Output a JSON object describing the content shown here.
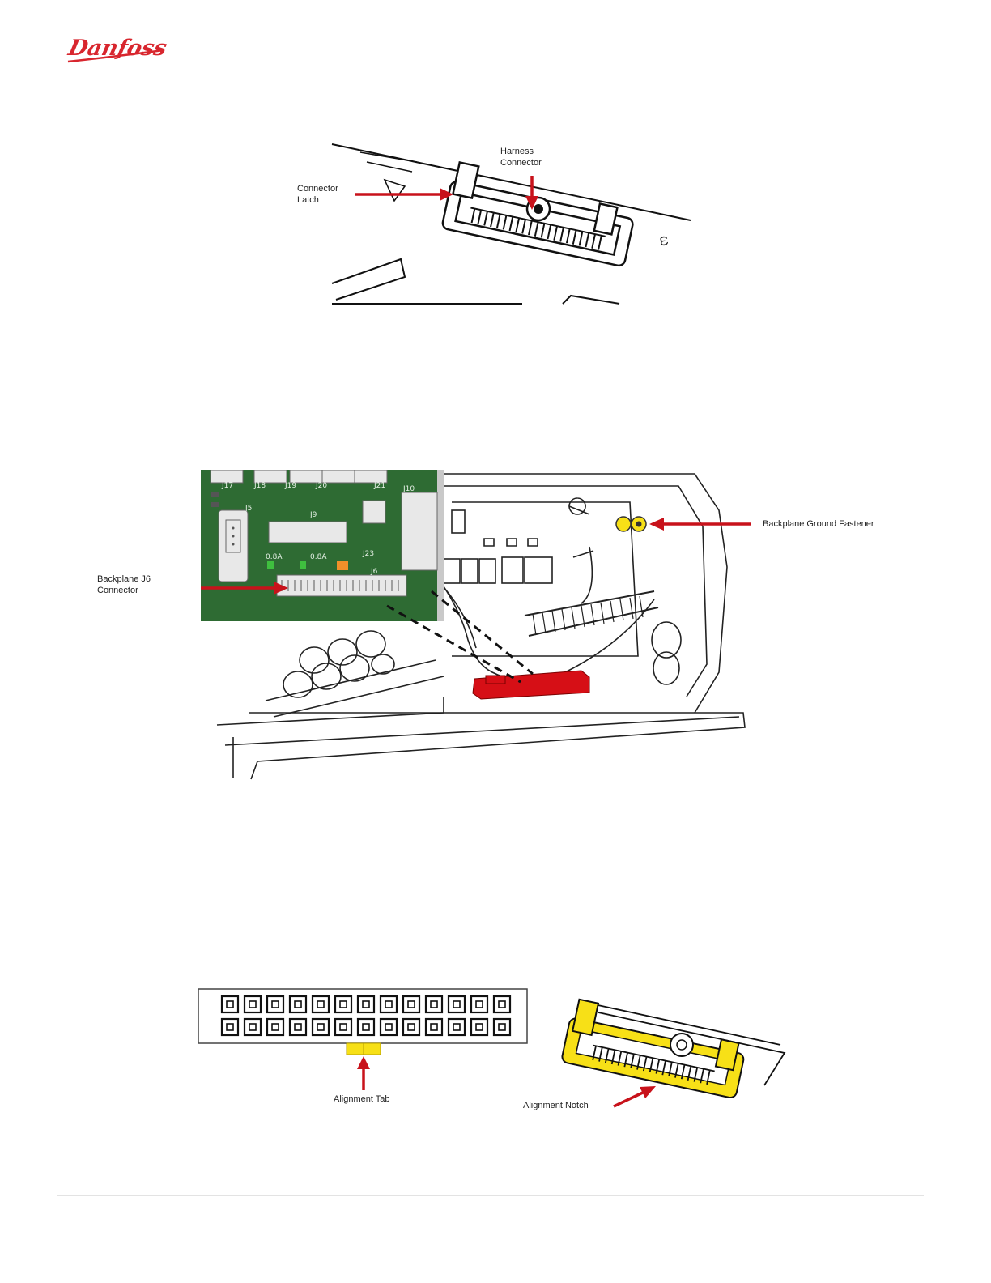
{
  "header": {
    "brand": "Danfoss"
  },
  "figure1": {
    "label_latch": "Connector Latch",
    "label_harness": "Harness Connector"
  },
  "figure2": {
    "label_backplane_j6": "Backplane J6 Connector",
    "label_ground": "Backplane Ground Fastener",
    "pcb_labels": [
      "J17",
      "J18",
      "J19",
      "J20",
      "J21",
      "J5",
      "J9",
      "J10",
      "J23",
      "J6",
      "0.8A",
      "0.8A"
    ]
  },
  "figure3": {
    "label_tab": "Alignment Tab",
    "label_notch": "Alignment Notch"
  },
  "colors": {
    "brand_red": "#d8262e",
    "arrow_red": "#c8121b",
    "pcb_green": "#2e6b33",
    "highlight_yellow": "#f7e017"
  }
}
